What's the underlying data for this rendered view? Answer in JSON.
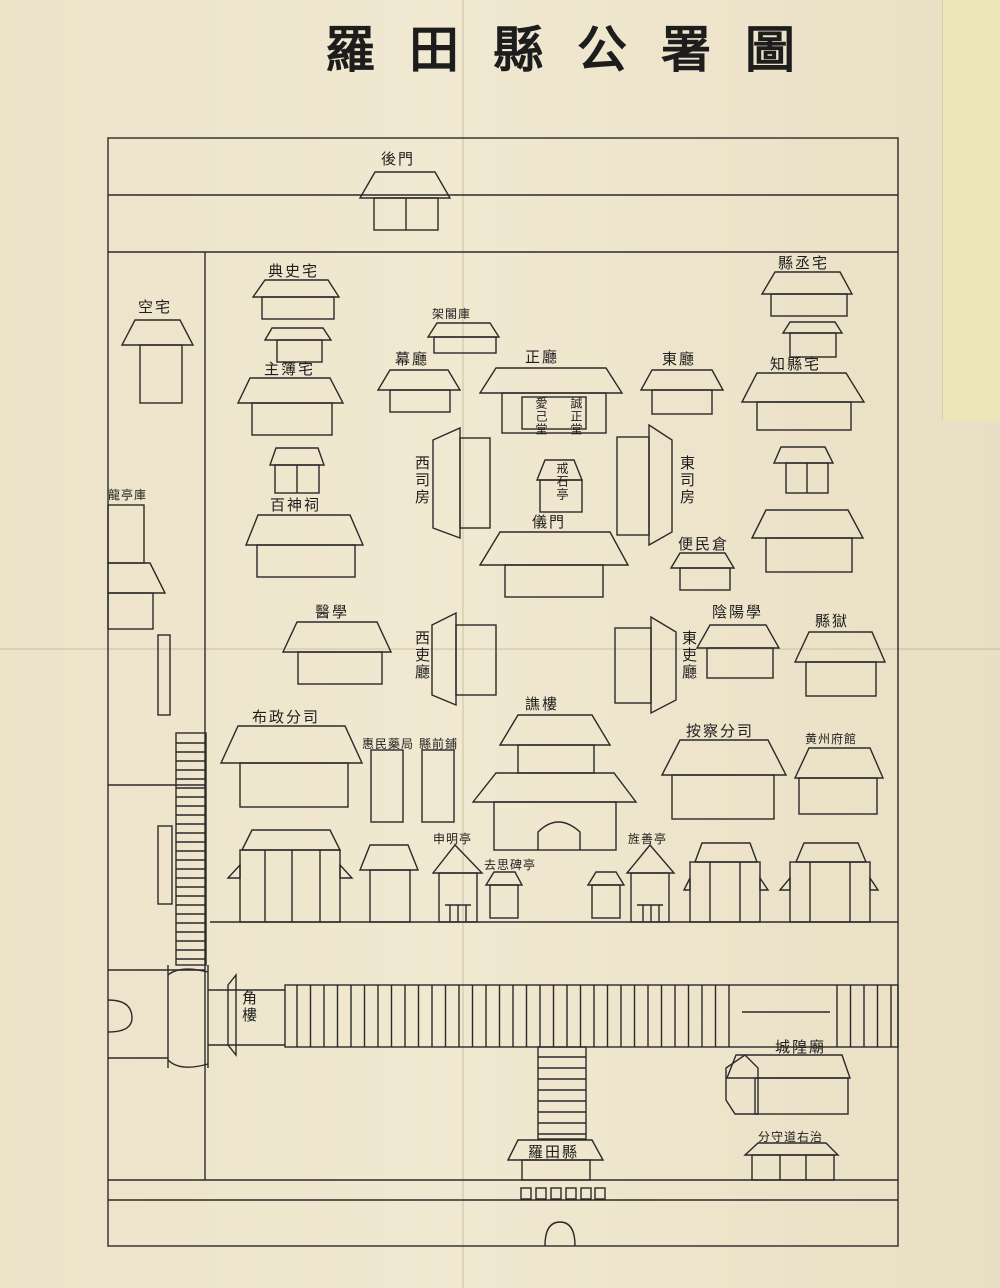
{
  "title": "羅田縣公署圖",
  "labels": {
    "hou_men": "後門",
    "kong_zhai": "空宅",
    "dian_shi_zhai": "典史宅",
    "zhu_bu_zhai": "主簿宅",
    "jia_ge_ku": "架閣庫",
    "mu_ting": "幕廳",
    "zheng_ting": "正廳",
    "dong_ting": "東廳",
    "xian_cheng_zhai": "縣丞宅",
    "zhi_xian_zhai": "知縣宅",
    "cheng_zheng_tang": "誠正堂",
    "ai_ji_tang": "愛己堂",
    "jie_shi_ting": "戒石亭",
    "xi_si_fang": "西司房",
    "dong_si_fang": "東司房",
    "bai_shen_ci": "百神祠",
    "long_ting_ku": "龍亭庫",
    "yi_men": "儀門",
    "bian_min_cang": "便民倉",
    "yi_xue": "醫學",
    "yin_yang_xue": "陰陽學",
    "xian_yu": "縣獄",
    "xi_li_ting": "西吏廳",
    "dong_li_ting": "東吏廳",
    "bu_zheng_fen_si": "布政分司",
    "hui_min_yao_ju": "惠民藥局",
    "xian_qian_pu": "縣前鋪",
    "qiao_lou": "譙樓",
    "an_cha_fen_si": "按察分司",
    "huang_zhou_fu_guan": "黄州府館",
    "shen_ming_ting": "申明亭",
    "qu_si_bei_ting": "去思碑亭",
    "jing_shan_ting": "旌善亭",
    "jiao_lou": "角樓",
    "cheng_huang_miao": "城隍廟",
    "luo_tian_xian": "羅田縣",
    "fen_shou_dao_you_zhi": "分守道右治"
  }
}
